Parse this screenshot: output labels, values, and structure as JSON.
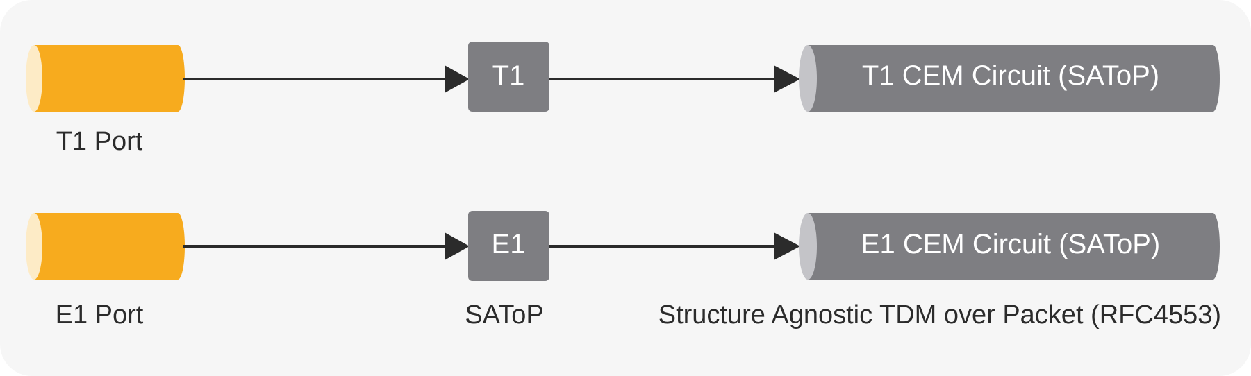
{
  "rows": [
    {
      "port_label": "T1 Port",
      "box_label": "T1",
      "circuit_label": "T1 CEM Circuit (SAToP)"
    },
    {
      "port_label": "E1 Port",
      "box_label": "E1",
      "circuit_label": "E1 CEM Circuit (SAToP)"
    }
  ],
  "captions": {
    "box_caption": "SAToP",
    "circuit_caption": "Structure Agnostic TDM over Packet (RFC4553)"
  },
  "colors": {
    "background": "#f6f6f6",
    "port_body": "#f7ab1e",
    "port_face": "#fdebc6",
    "box": "#7e7e82",
    "circuit_body": "#7e7e82",
    "circuit_face": "#c4c4c8",
    "arrow": "#2b2b2b",
    "text_on_dark": "#ffffff",
    "text": "#2b2b2b"
  },
  "icons": {
    "port": "orange-cylinder-icon",
    "circuit": "gray-cylinder-icon",
    "arrow": "arrow-right-icon"
  }
}
